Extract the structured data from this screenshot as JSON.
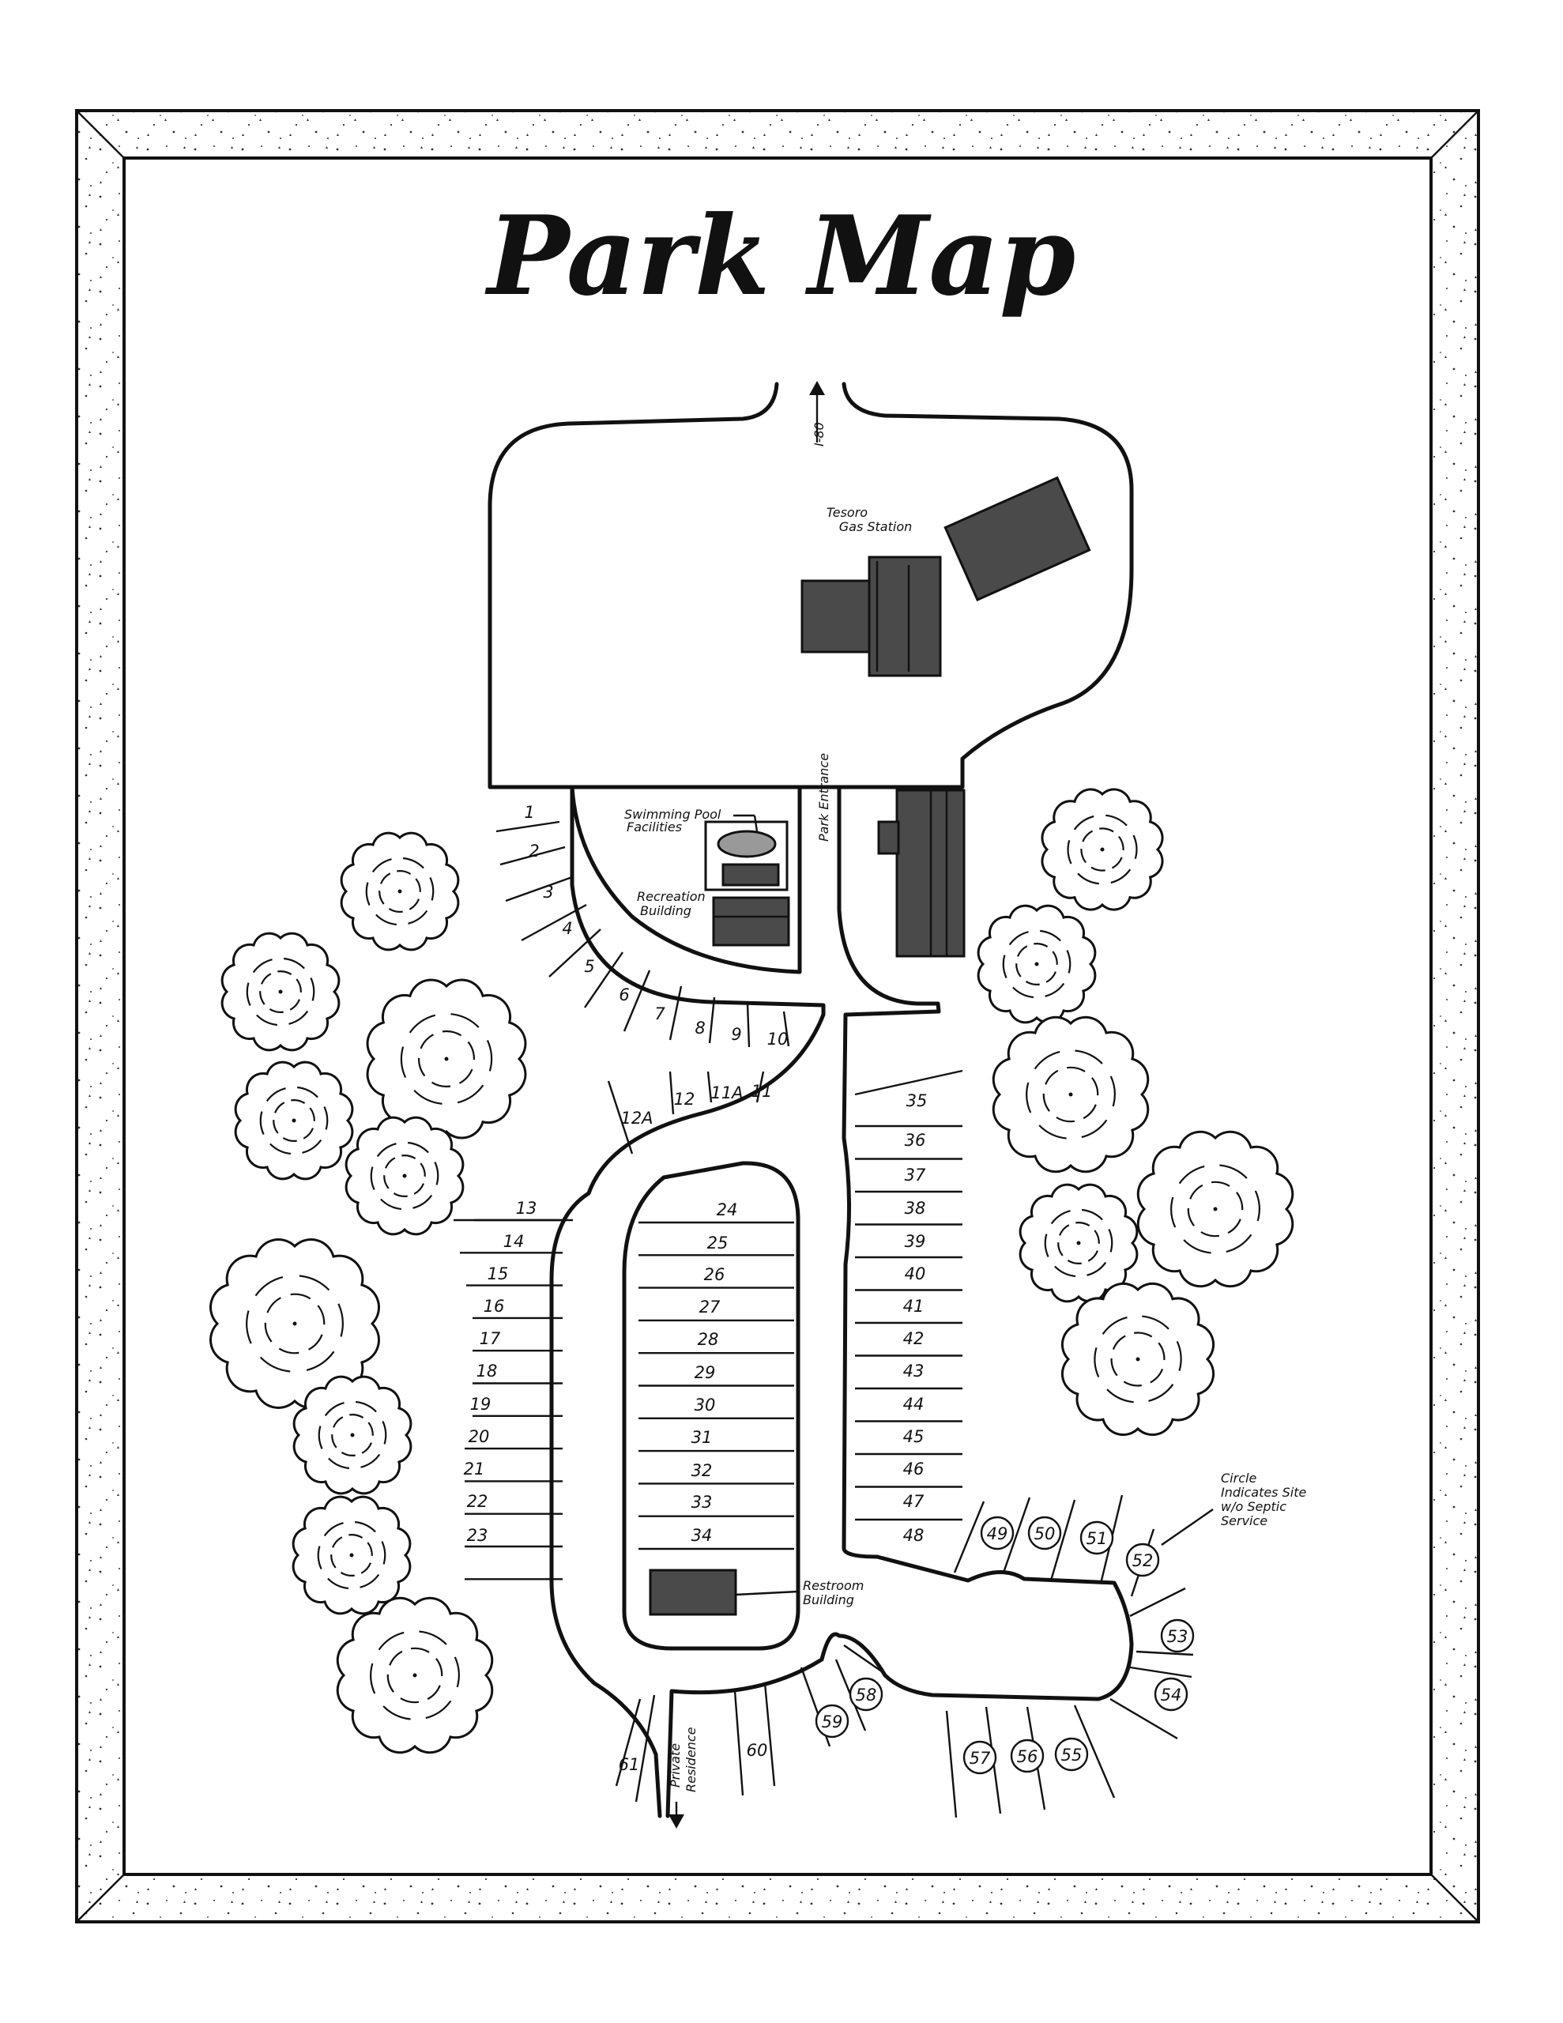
{
  "title": "Park Map",
  "labels": {
    "i80": "I-80",
    "gas_station_line1": "Tesoro",
    "gas_station_line2": "Gas Station",
    "park_entrance": "Park Entrance",
    "pool_line1": "Swimming Pool",
    "pool_line2": "Facilities",
    "rec_line1": "Recreation",
    "rec_line2": "Building",
    "restroom_line1": "Restroom",
    "restroom_line2": "Building",
    "legend_line1": "Circle",
    "legend_line2": "Indicates Site",
    "legend_line3": "w/o Septic",
    "legend_line4": "Service",
    "private_line1": "Private",
    "private_line2": "Residence"
  },
  "sites": {
    "s1": "1",
    "s2": "2",
    "s3": "3",
    "s4": "4",
    "s5": "5",
    "s6": "6",
    "s7": "7",
    "s8": "8",
    "s9": "9",
    "s10": "10",
    "s11": "11",
    "s11a": "11A",
    "s12": "12",
    "s12a": "12A",
    "s13": "13",
    "s14": "14",
    "s15": "15",
    "s16": "16",
    "s17": "17",
    "s18": "18",
    "s19": "19",
    "s20": "20",
    "s21": "21",
    "s22": "22",
    "s23": "23",
    "s24": "24",
    "s25": "25",
    "s26": "26",
    "s27": "27",
    "s28": "28",
    "s29": "29",
    "s30": "30",
    "s31": "31",
    "s32": "32",
    "s33": "33",
    "s34": "34",
    "s35": "35",
    "s36": "36",
    "s37": "37",
    "s38": "38",
    "s39": "39",
    "s40": "40",
    "s41": "41",
    "s42": "42",
    "s43": "43",
    "s44": "44",
    "s45": "45",
    "s46": "46",
    "s47": "47",
    "s48": "48",
    "s49": "49",
    "s50": "50",
    "s51": "51",
    "s52": "52",
    "s53": "53",
    "s54": "54",
    "s55": "55",
    "s56": "56",
    "s57": "57",
    "s58": "58",
    "s59": "59",
    "s60": "60",
    "s61": "61"
  }
}
